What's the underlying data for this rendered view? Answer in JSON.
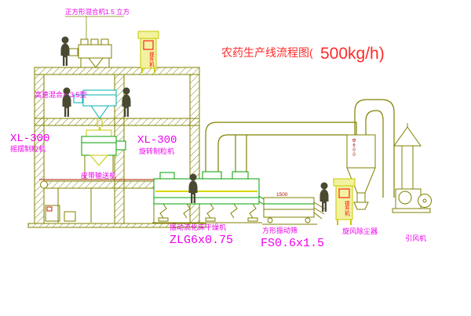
{
  "title": {
    "main": "农药生产线流程图(",
    "capacity": "500kg/h)"
  },
  "labels": {
    "top_mixer": "正方形混合机1.5 立方",
    "high_speed_mixer": "高速混合机3.5型",
    "xl300_left": "XL-300",
    "swing_granulator": "摇摆制粒机",
    "xl300_right": "XL-300",
    "rotary_granulator": "旋转制粒机",
    "belt_conveyor": "皮带输送机",
    "dryer_name": "振动流化床干燥机",
    "dryer_model": "ZLG6x0.75",
    "sieve_name": "方形振动筛",
    "sieve_model": "FS0.6x1.5",
    "cyclone_name": "旋风除尘器",
    "fan_name": "引风机",
    "elevator1": "提升机",
    "elevator2": "提升机",
    "sieve_dim": "1500",
    "cyclone_dim": "Φ600"
  },
  "colors": {
    "structure_olive": "#808000",
    "equipment_yellow": "#c8c800",
    "equipment_cyan": "#00b2b2",
    "equipment_green": "#00a000",
    "label_magenta": "#ee00ee",
    "title_red": "#ff2a2a"
  }
}
